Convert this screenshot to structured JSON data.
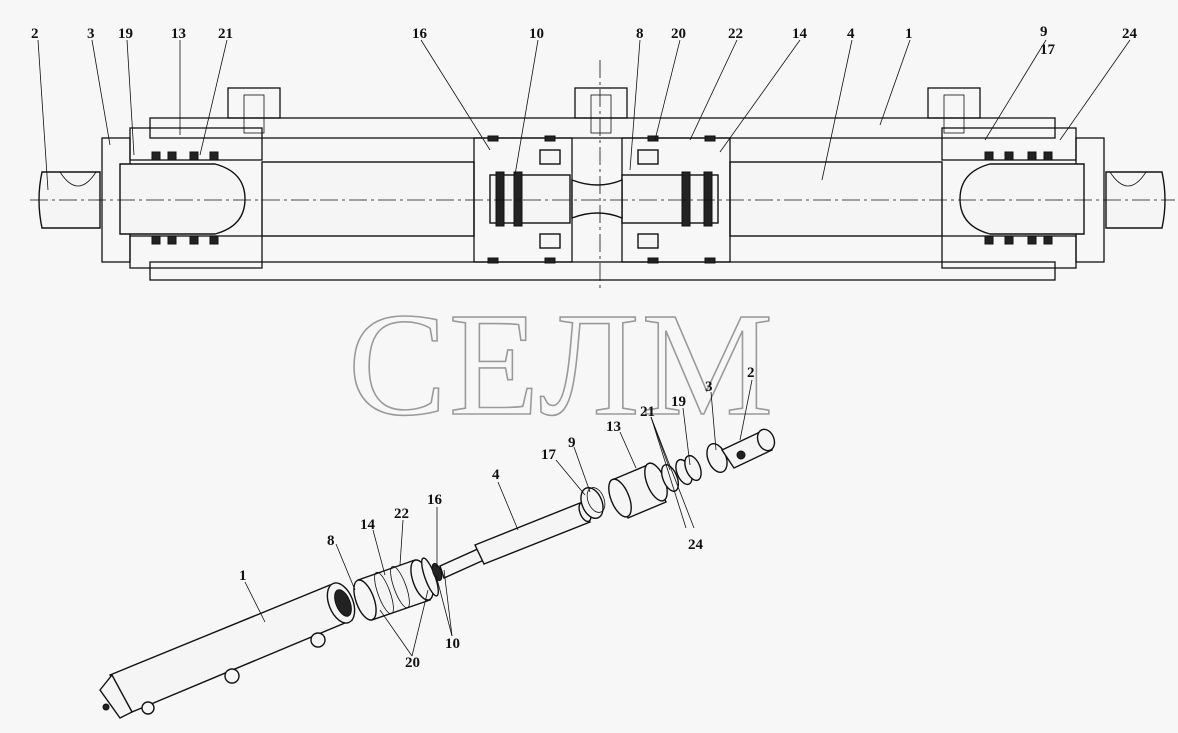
{
  "watermark": "СЕЛМ",
  "colors": {
    "line": "#111111",
    "watermark": "#9a9a9a",
    "background": "#f7f7f7"
  },
  "section_labels": [
    "2",
    "3",
    "19",
    "13",
    "21",
    "16",
    "10",
    "8",
    "20",
    "22",
    "14",
    "4",
    "1",
    "9",
    "17",
    "24"
  ],
  "exploded_labels": [
    "2",
    "3",
    "19",
    "21",
    "13",
    "9",
    "17",
    "4",
    "24",
    "16",
    "22",
    "14",
    "8",
    "1",
    "10",
    "20"
  ]
}
